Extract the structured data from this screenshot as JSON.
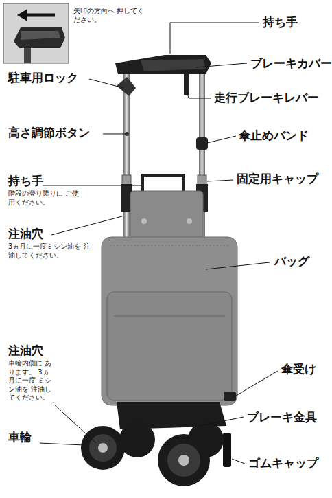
{
  "diagram": {
    "labels": [
      "矢印の方向へ 押してください。",
      "持ち手",
      "ブレーキカバー",
      "駐車用ロック",
      "走行ブレーキレバー",
      "高さ調節ボタン",
      "傘止めバンド",
      "持ち手",
      "階段の登り降りに ご使用ください。",
      "固定用キャップ",
      "注油穴",
      "3ヵ月に一度ミシン油を 注油してください。",
      "バッグ",
      "注油穴",
      "車輪内側に あります。 3ヵ月に一度 ミシン油を 注油してください。",
      "傘受け",
      "ブレーキ金具",
      "車輪",
      "ゴムキャップ"
    ]
  }
}
